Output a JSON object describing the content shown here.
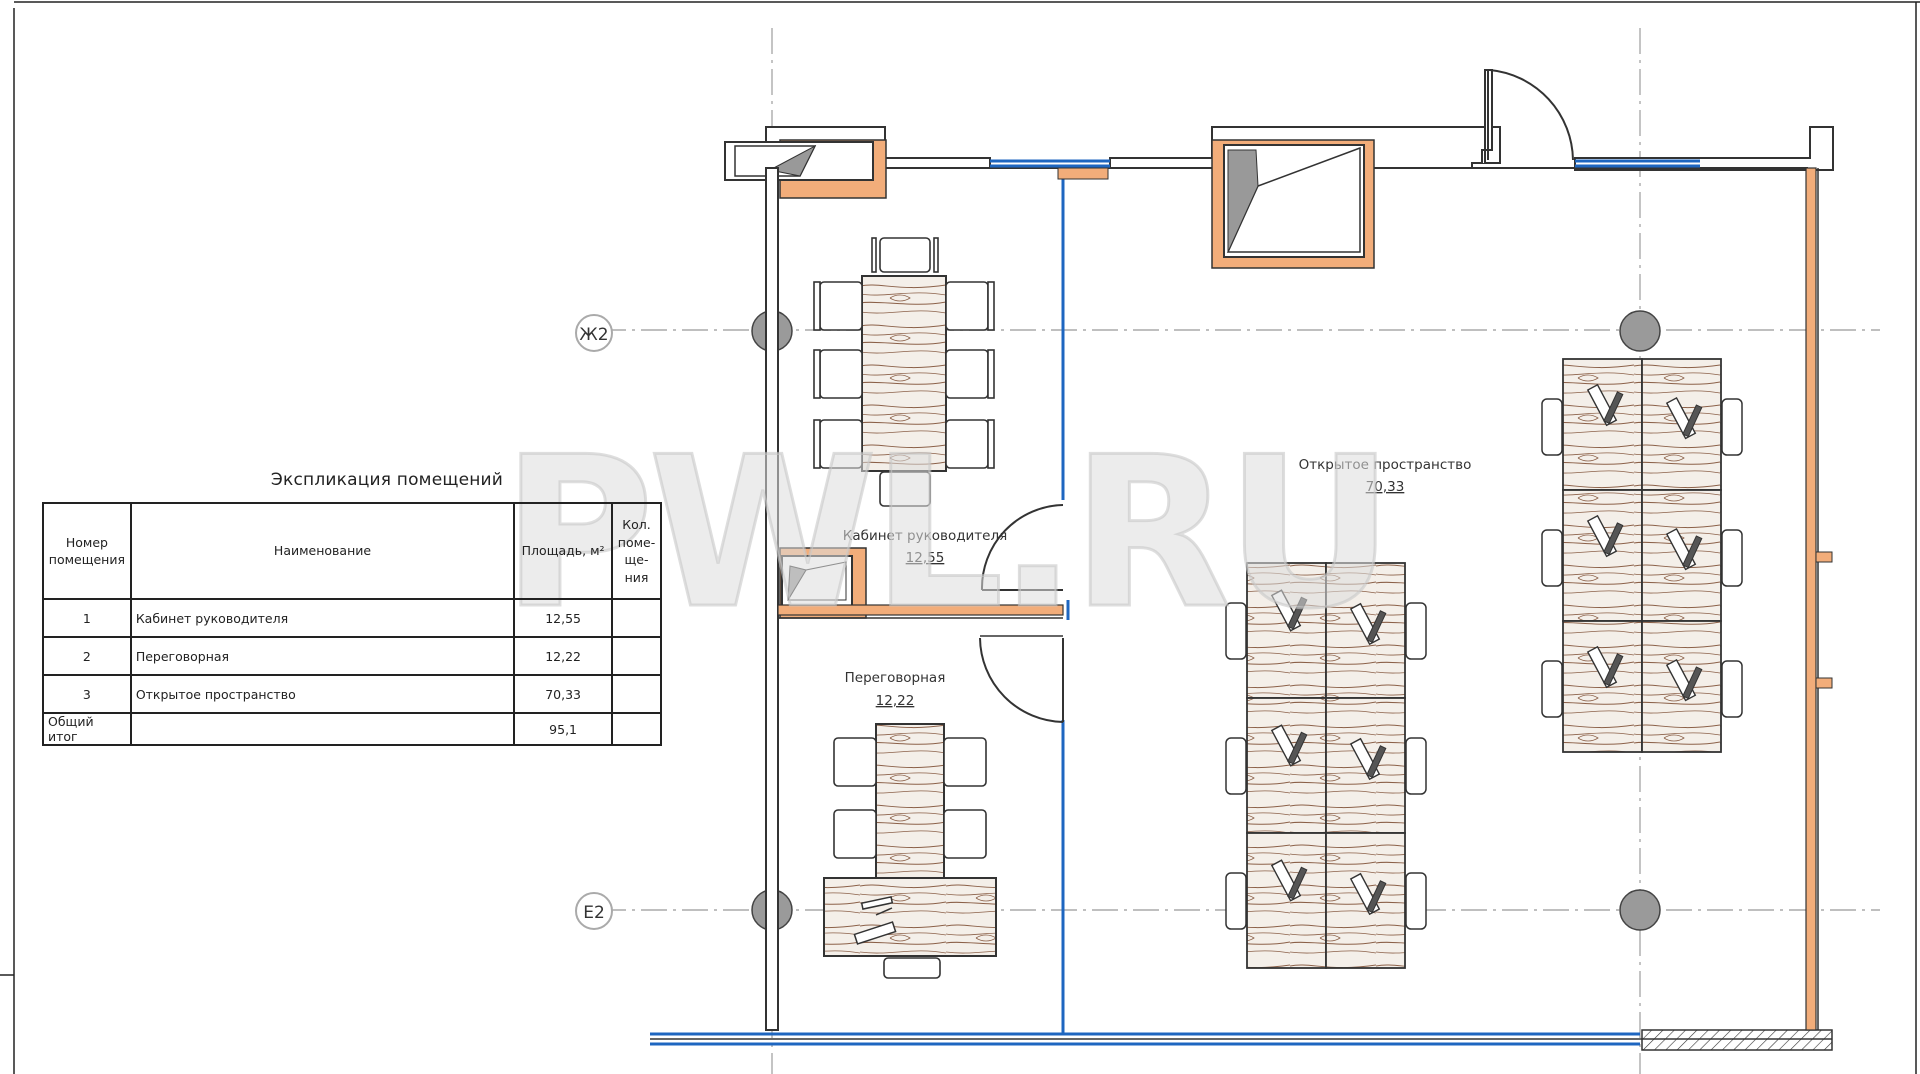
{
  "explication": {
    "title": "Экспликация помещений",
    "headers": [
      "Номер поме­ще­ния",
      "Наименование",
      "Площадь, м²",
      "Кол. поме­ще­ния"
    ],
    "rows": [
      {
        "num": "1",
        "name": "Кабинет руководителя",
        "area": "12,55",
        "count": ""
      },
      {
        "num": "2",
        "name": "Переговорная",
        "area": "12,22",
        "count": ""
      },
      {
        "num": "3",
        "name": "Открытое пространство",
        "area": "70,33",
        "count": ""
      }
    ],
    "total": {
      "label": "Общий итог",
      "name": "",
      "area": "95,1",
      "count": ""
    }
  },
  "plan": {
    "axis_labels": {
      "top": "Ж2",
      "bottom": "Е2"
    },
    "rooms": [
      {
        "name": "Переговорная",
        "area": "12,22"
      },
      {
        "name": "Кабинет руководителя",
        "area": "12,55"
      },
      {
        "name": "Открытое пространство",
        "area": "70,33"
      }
    ]
  },
  "watermark": "PWL.RU",
  "colors": {
    "wall": "#3a3a3a",
    "glass": "#1e66c0",
    "insulation": "#f2ad7a",
    "furniture_wood": "#8b6048"
  }
}
